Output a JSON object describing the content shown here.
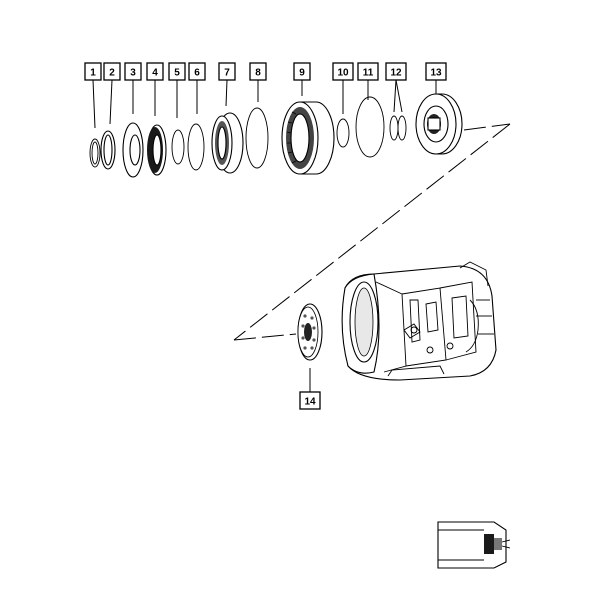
{
  "callouts": [
    {
      "id": "1",
      "label": "1"
    },
    {
      "id": "2",
      "label": "2"
    },
    {
      "id": "3",
      "label": "3"
    },
    {
      "id": "4",
      "label": "4"
    },
    {
      "id": "5",
      "label": "5"
    },
    {
      "id": "6",
      "label": "6"
    },
    {
      "id": "7",
      "label": "7"
    },
    {
      "id": "8",
      "label": "8"
    },
    {
      "id": "9",
      "label": "9"
    },
    {
      "id": "10",
      "label": "10"
    },
    {
      "id": "11",
      "label": "11"
    },
    {
      "id": "12",
      "label": "12"
    },
    {
      "id": "13",
      "label": "13"
    },
    {
      "id": "14",
      "label": "14"
    }
  ],
  "colors": {
    "line": "#000000",
    "background": "#ffffff",
    "fill_dark": "#1a1a1a",
    "fill_mid": "#888888"
  }
}
